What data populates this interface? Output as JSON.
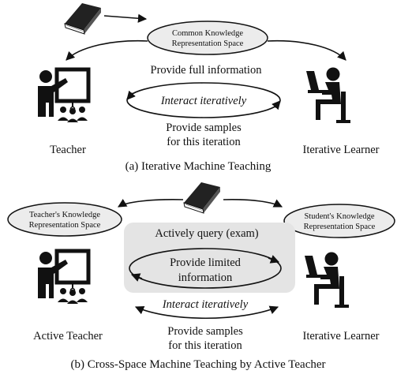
{
  "panel_a": {
    "space_label": [
      "Common Knowledge",
      "Representation Space"
    ],
    "arrow_top": "Provide full information",
    "loop_label": "Interact iteratively",
    "arrow_bottom": [
      "Provide samples",
      "for this iteration"
    ],
    "teacher_label": "Teacher",
    "learner_label": "Iterative Learner",
    "caption": "(a) Iterative Machine Teaching"
  },
  "panel_b": {
    "teacher_space_label": [
      "Teacher's Knowledge",
      "Representation Space"
    ],
    "student_space_label": [
      "Student's Knowledge",
      "Representation Space"
    ],
    "query_label": "Actively query (exam)",
    "limited_label": [
      "Provide limited",
      "information"
    ],
    "loop_label": "Interact iteratively",
    "arrow_bottom": [
      "Provide samples",
      "for this iteration"
    ],
    "teacher_label": "Active Teacher",
    "learner_label": "Iterative Learner",
    "caption": "(b) Cross-Space Machine Teaching by Active Teacher"
  },
  "colors": {
    "ink": "#111111",
    "ellipse_fill": "#ececec",
    "query_box_fill": "#e4e4e4"
  }
}
